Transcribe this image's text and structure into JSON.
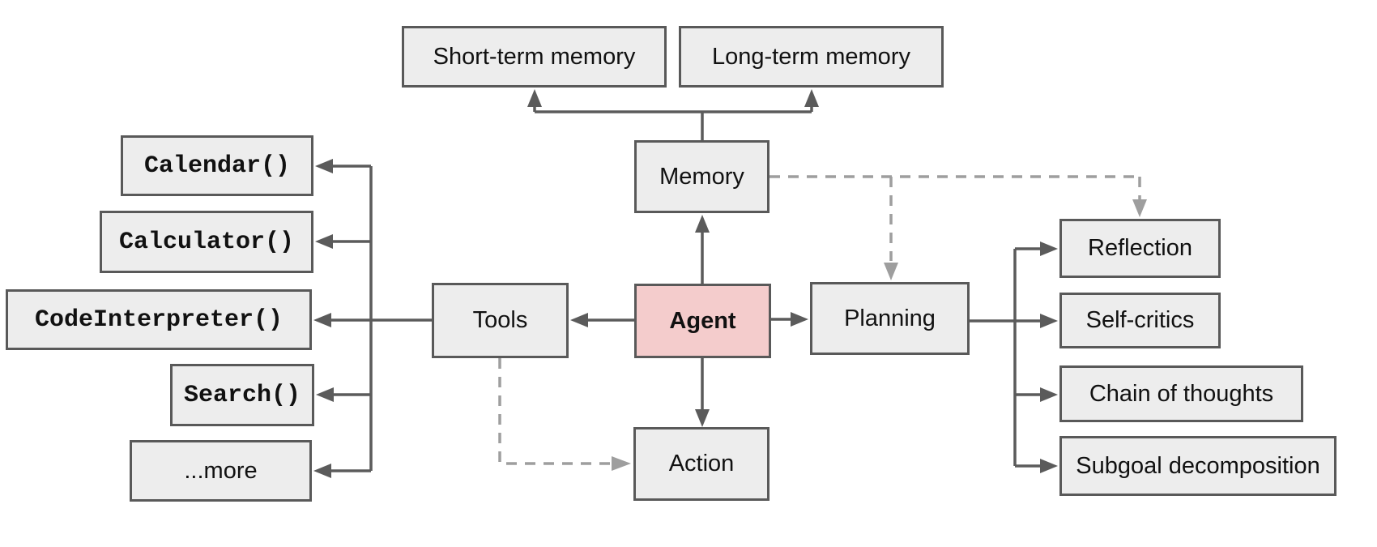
{
  "nodes": {
    "short_term_memory": {
      "label": "Short-term memory"
    },
    "long_term_memory": {
      "label": "Long-term memory"
    },
    "memory": {
      "label": "Memory"
    },
    "tools": {
      "label": "Tools"
    },
    "agent": {
      "label": "Agent"
    },
    "planning": {
      "label": "Planning"
    },
    "action": {
      "label": "Action"
    },
    "calendar": {
      "label": "Calendar()"
    },
    "calculator": {
      "label": "Calculator()"
    },
    "code_interpreter": {
      "label": "CodeInterpreter()"
    },
    "search": {
      "label": "Search()"
    },
    "more": {
      "label": "...more"
    },
    "reflection": {
      "label": "Reflection"
    },
    "self_critics": {
      "label": "Self-critics"
    },
    "chain_of_thoughts": {
      "label": "Chain of thoughts"
    },
    "subgoal_decomposition": {
      "label": "Subgoal decomposition"
    }
  },
  "edges": [
    {
      "from": "agent",
      "to": "memory",
      "style": "solid"
    },
    {
      "from": "memory",
      "to": "short_term_memory",
      "style": "solid"
    },
    {
      "from": "memory",
      "to": "long_term_memory",
      "style": "solid"
    },
    {
      "from": "agent",
      "to": "tools",
      "style": "solid"
    },
    {
      "from": "tools",
      "to": "calendar",
      "style": "solid"
    },
    {
      "from": "tools",
      "to": "calculator",
      "style": "solid"
    },
    {
      "from": "tools",
      "to": "code_interpreter",
      "style": "solid"
    },
    {
      "from": "tools",
      "to": "search",
      "style": "solid"
    },
    {
      "from": "tools",
      "to": "more",
      "style": "solid"
    },
    {
      "from": "agent",
      "to": "planning",
      "style": "solid"
    },
    {
      "from": "planning",
      "to": "reflection",
      "style": "solid"
    },
    {
      "from": "planning",
      "to": "self_critics",
      "style": "solid"
    },
    {
      "from": "planning",
      "to": "chain_of_thoughts",
      "style": "solid"
    },
    {
      "from": "planning",
      "to": "subgoal_decomposition",
      "style": "solid"
    },
    {
      "from": "agent",
      "to": "action",
      "style": "solid"
    },
    {
      "from": "memory",
      "to": "planning",
      "style": "dashed"
    },
    {
      "from": "memory",
      "to": "reflection",
      "style": "dashed"
    },
    {
      "from": "tools",
      "to": "action",
      "style": "dashed"
    }
  ],
  "colors": {
    "node_fill": "#ededed",
    "node_border": "#595959",
    "agent_fill": "#f4cccc",
    "solid_line": "#5b5b5b",
    "dashed_line": "#9e9e9e",
    "text": "#111111",
    "background": "#ffffff"
  }
}
